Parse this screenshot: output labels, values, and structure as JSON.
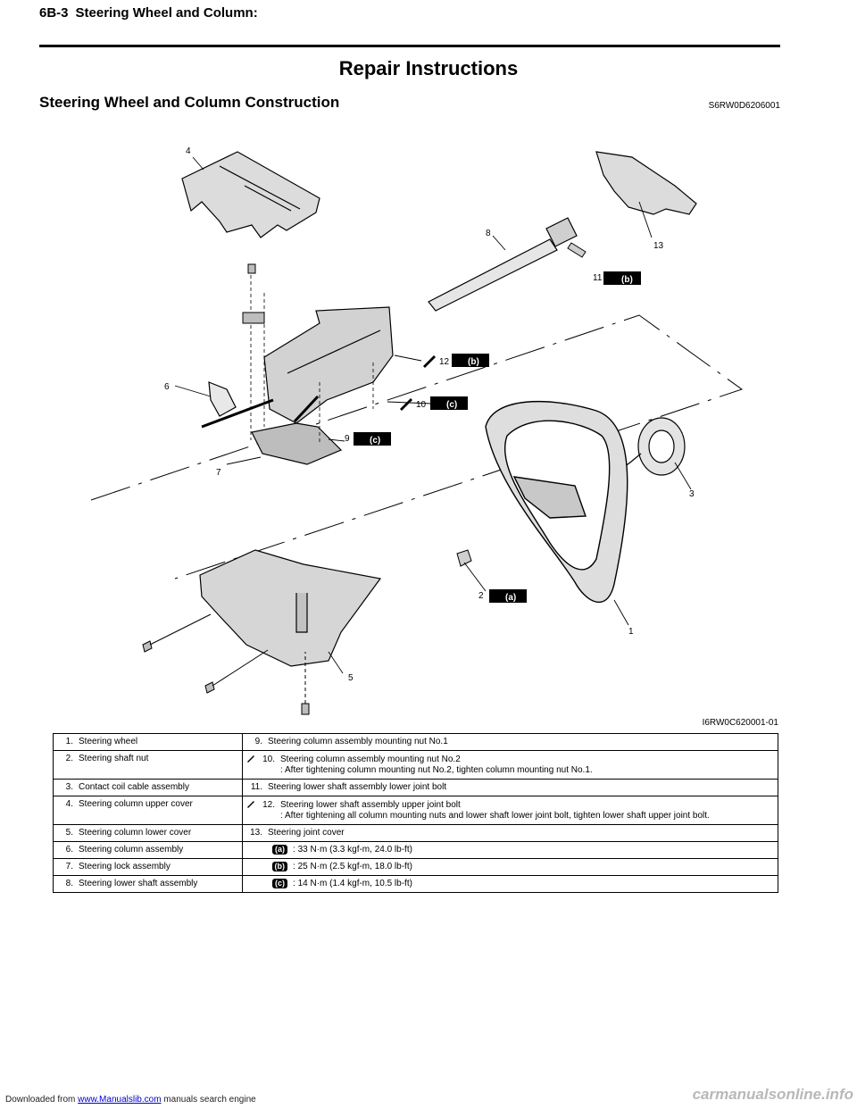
{
  "header": {
    "section": "6B-3",
    "title": "Steering Wheel and Column:"
  },
  "section_title": "Repair Instructions",
  "sub_title": "Steering Wheel and Column Construction",
  "doc_code": "S6RW0D6206001",
  "figure": {
    "code": "I6RW0C620001-01",
    "callouts": [
      "1",
      "2",
      "3",
      "4",
      "5",
      "6",
      "7",
      "8",
      "9",
      "10",
      "11",
      "12",
      "13"
    ],
    "torque_badges": {
      "a": "(a)",
      "b": "(b)",
      "c": "(c)"
    }
  },
  "legend": {
    "rows": [
      {
        "left_num": "1.",
        "left": "Steering wheel",
        "right_num": "9.",
        "right": "Steering column assembly mounting nut No.1",
        "right_note": ""
      },
      {
        "left_num": "2.",
        "left": "Steering shaft nut",
        "right_num": "10.",
        "right": "Steering column assembly mounting nut No.2",
        "right_note": ": After tightening column mounting nut No.2, tighten column mounting nut No.1."
      },
      {
        "left_num": "3.",
        "left": "Contact coil cable assembly",
        "right_num": "11.",
        "right": "Steering lower shaft assembly lower joint bolt",
        "right_note": ""
      },
      {
        "left_num": "4.",
        "left": "Steering column upper cover",
        "right_num": "12.",
        "right": "Steering lower shaft assembly upper joint bolt",
        "right_note": ": After tightening all column mounting nuts and lower shaft lower joint bolt, tighten lower shaft upper joint bolt."
      },
      {
        "left_num": "5.",
        "left": "Steering column lower cover",
        "right_num": "13.",
        "right": "Steering joint cover",
        "right_note": ""
      },
      {
        "left_num": "6.",
        "left": "Steering column assembly",
        "torque_label": "(a)",
        "torque_value": "33 N·m (3.3 kgf-m, 24.0 lb-ft)"
      },
      {
        "left_num": "7.",
        "left": "Steering lock assembly",
        "torque_label": "(b)",
        "torque_value": "25 N·m (2.5 kgf-m, 18.0 lb-ft)"
      },
      {
        "left_num": "8.",
        "left": "Steering lower shaft assembly",
        "torque_label": "(c)",
        "torque_value": "14 N·m (1.4 kgf-m, 10.5 lb-ft)"
      }
    ]
  },
  "footer": {
    "prefix": "Downloaded from ",
    "link": "www.Manualslib.com",
    "suffix": " manuals search engine",
    "watermark": "carmanualsonline.info"
  }
}
